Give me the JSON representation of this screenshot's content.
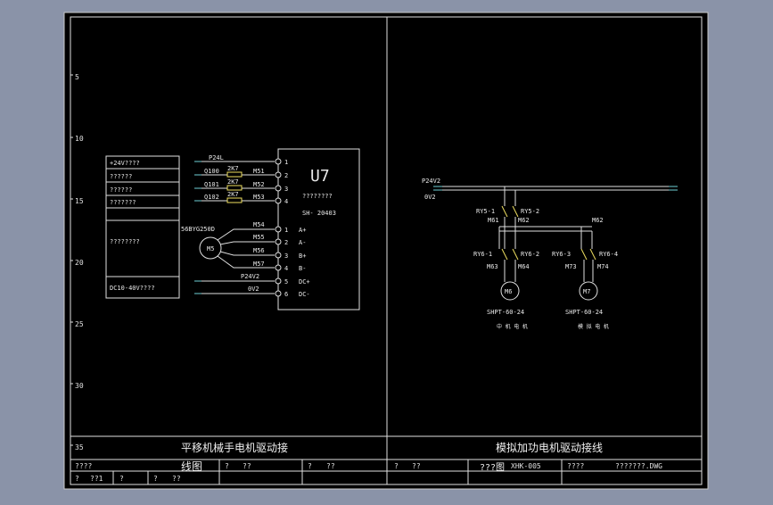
{
  "drawing": {
    "row_marks": [
      "5",
      "10",
      "15",
      "20",
      "25",
      "30",
      "35"
    ],
    "left": {
      "terminal_labels": [
        "+24V????",
        "??????",
        "??????",
        "???????",
        "????????",
        "DC10-40V????"
      ],
      "motor_model": "56BYG250D",
      "motor_id": "M5",
      "resistor_value": "2K7",
      "inputs": [
        "P24L",
        "Q100",
        "Q101",
        "Q102"
      ],
      "wires": [
        "M51",
        "M52",
        "M53",
        "M54",
        "M55",
        "M56",
        "M57",
        "P24V2",
        "0V2"
      ],
      "driver_title": "U7",
      "driver_sub": "????????",
      "driver_model": "SH- 20403",
      "pin_numbers": [
        "1",
        "2",
        "3",
        "4",
        "1",
        "2",
        "3",
        "4",
        "5",
        "6"
      ],
      "pin_signals": [
        "A+",
        "A-",
        "B+",
        "B-",
        "DC+",
        "DC-"
      ]
    },
    "right": {
      "supply_labels": [
        "P24V2",
        "0V2"
      ],
      "relays_top": [
        "RY5-1",
        "RY5-2"
      ],
      "nodes_top": [
        "M61",
        "M62",
        "M62"
      ],
      "relays_mid": [
        "RY6-1",
        "RY6-2",
        "RY6-3",
        "RY6-4"
      ],
      "nodes_mid": [
        "M63",
        "M64",
        "M73",
        "M74"
      ],
      "motors": [
        "M6",
        "M7"
      ],
      "motor_models": [
        "SHPT-60-24",
        "SHPT-60-24"
      ],
      "motor_notes": [
        "中 机 电 机",
        "模 拟 电 机"
      ]
    },
    "title_block": {
      "left_title_a": "平移机械手电机驱动接",
      "left_title_b": "线图",
      "right_title_a": "模拟加功电机驱动接线",
      "right_title_b": "???图",
      "drawing_no": "XHK-005",
      "cells": [
        "????",
        "?",
        "??",
        "?",
        "??",
        "?",
        "??",
        "????",
        "???????.DWG",
        "?",
        "??1",
        "?",
        "?",
        "??"
      ]
    }
  }
}
